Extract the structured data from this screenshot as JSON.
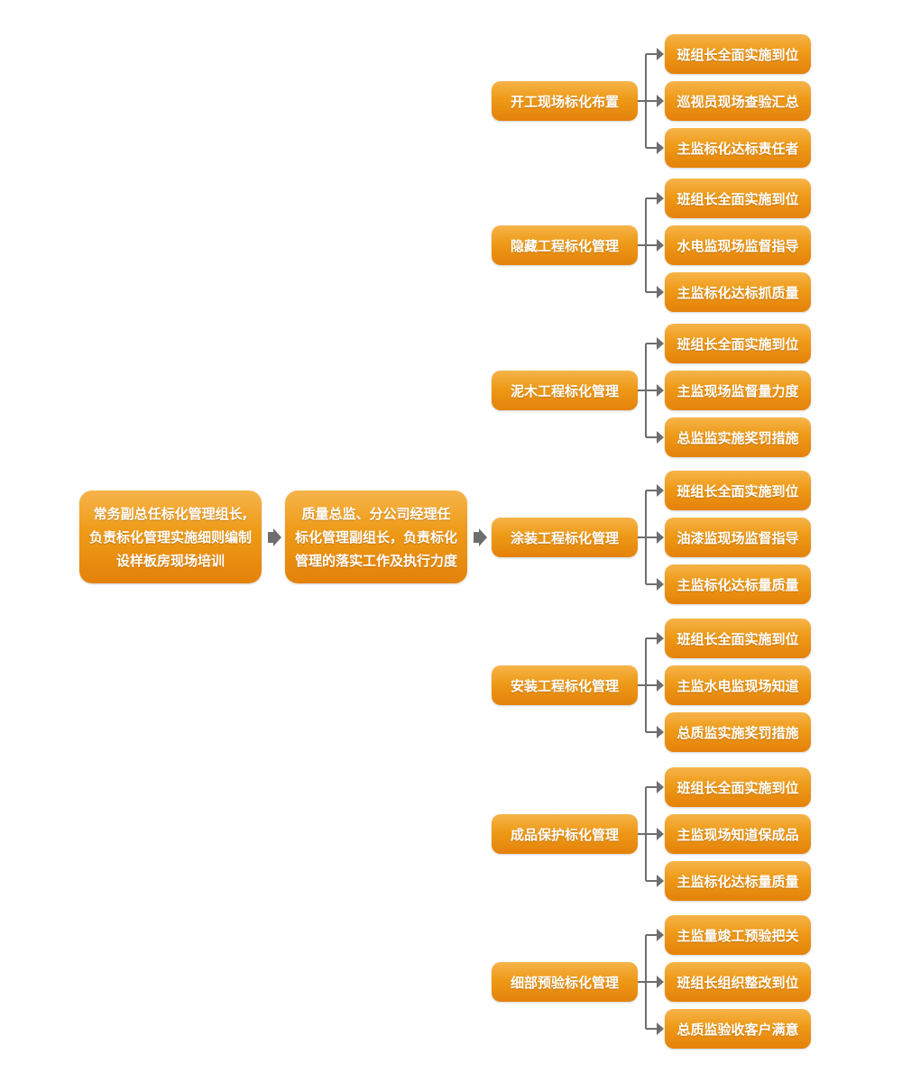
{
  "root": {
    "lines": [
      "常务副总任标化管理组长,",
      "负责标化管理实施细则编制",
      "设样板房现场培训"
    ]
  },
  "sub": {
    "lines": [
      "质量总监、分公司经理任",
      "标化管理副组长，负责标化",
      "管理的落实工作及执行力度"
    ]
  },
  "colors": {
    "box_top": "#f6b44a",
    "box_bottom": "#e4820a",
    "connector": "#6e6e6e",
    "text": "#ffffff"
  },
  "groups": [
    {
      "label": "开工现场标化布置",
      "children": [
        "班组长全面实施到位",
        "巡视员现场查验汇总",
        "主监标化达标责任者"
      ]
    },
    {
      "label": "隐藏工程标化管理",
      "children": [
        "班组长全面实施到位",
        "水电监现场监督指导",
        "主监标化达标抓质量"
      ]
    },
    {
      "label": "泥木工程标化管理",
      "children": [
        "班组长全面实施到位",
        "主监现场监督量力度",
        "总监监实施奖罚措施"
      ]
    },
    {
      "label": "涂装工程标化管理",
      "children": [
        "班组长全面实施到位",
        "油漆监现场监督指导",
        "主监标化达标量质量"
      ]
    },
    {
      "label": "安装工程标化管理",
      "children": [
        "班组长全面实施到位",
        "主监水电监现场知道",
        "总质监实施奖罚措施"
      ]
    },
    {
      "label": "成品保护标化管理",
      "children": [
        "班组长全面实施到位",
        "主监现场知道保成品",
        "主监标化达标量质量"
      ]
    },
    {
      "label": "细部预验标化管理",
      "children": [
        "主监量竣工预验把关",
        "班组长组织整改到位",
        "总质监验收客户满意"
      ]
    }
  ]
}
